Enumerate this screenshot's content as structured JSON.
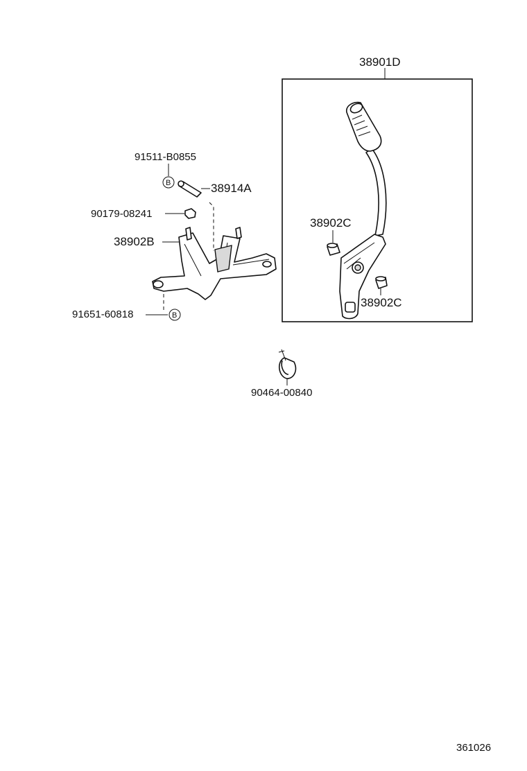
{
  "labels": {
    "lever_assembly": "38901D",
    "bushing_upper": "38902C",
    "bushing_lower": "38902C",
    "bracket": "38902B",
    "pin": "38914A",
    "pin_ref": "91511-B0855",
    "nut": "90179-08241",
    "bolt": "91651-60818",
    "clamp": "90464-00840",
    "circle_b": "B"
  },
  "diagram_code": "361026"
}
